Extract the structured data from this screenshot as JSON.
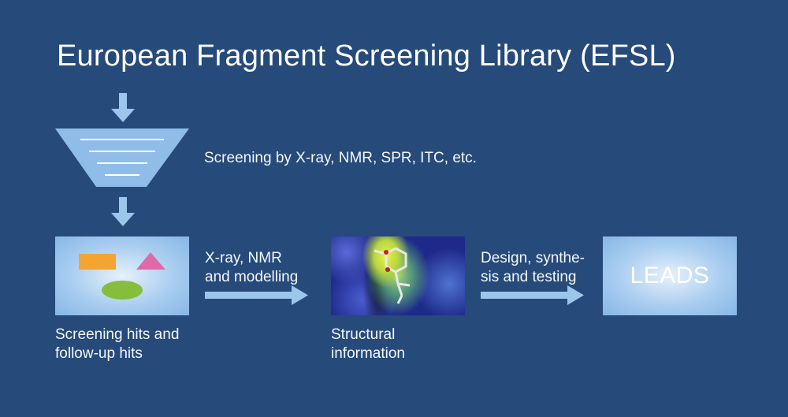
{
  "title": "European Fragment Screening Library (EFSL)",
  "screening_label": "Screening by X-ray, NMR, SPR, ITC, etc.",
  "hits_label": [
    "Screening hits and",
    "follow-up hits"
  ],
  "arrow1_label": [
    "X-ray, NMR",
    "and modelling"
  ],
  "structural_label": [
    "Structural",
    "information"
  ],
  "arrow2_label": [
    "Design, synthe-",
    "sis and testing"
  ],
  "leads_label": "LEADS",
  "colors": {
    "background": "#264a7a",
    "light_blue": "#8fbde8",
    "orange": "#f4a430",
    "pink": "#de6aa8",
    "green": "#86bd3a"
  }
}
